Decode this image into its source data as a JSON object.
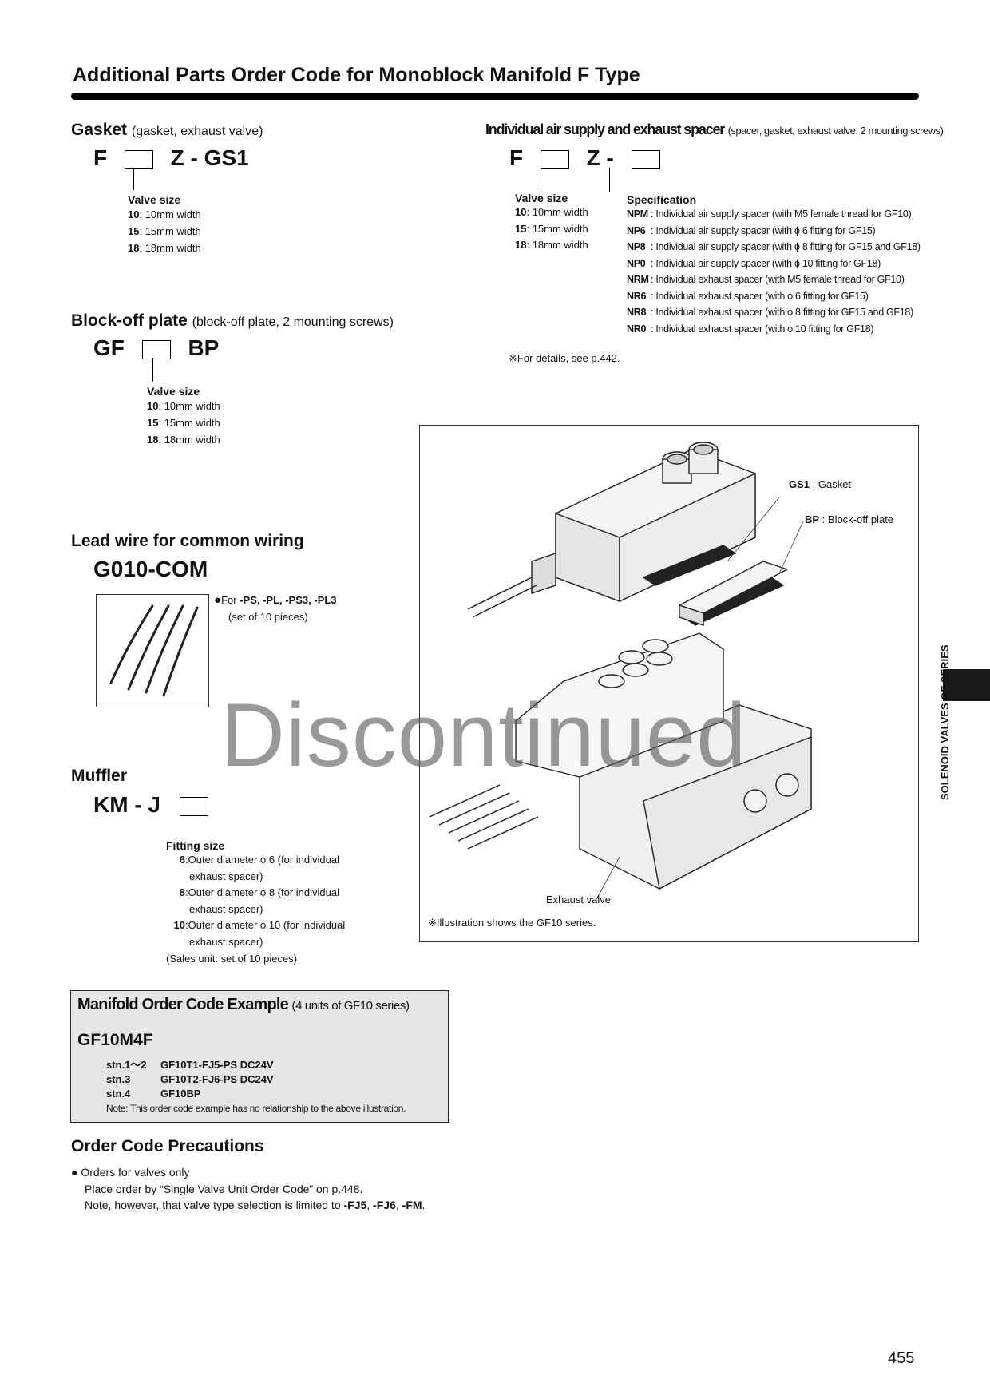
{
  "page_title": "Additional Parts Order Code for Monoblock Manifold F Type",
  "gasket": {
    "heading": "Gasket",
    "subheading": "(gasket, exhaust valve)",
    "code_prefix": "F",
    "code_suffix": "Z - GS1",
    "valve_size_label": "Valve size",
    "sizes": [
      {
        "code": "10",
        "desc": ": 10mm width"
      },
      {
        "code": "15",
        "desc": ": 15mm width"
      },
      {
        "code": "18",
        "desc": ": 18mm width"
      }
    ]
  },
  "spacer": {
    "heading": "Individual air supply and exhaust spacer",
    "subheading": "(spacer, gasket, exhaust valve, 2 mounting screws)",
    "code_prefix": "F",
    "code_middle": "Z -",
    "valve_size_label": "Valve size",
    "sizes": [
      {
        "code": "10",
        "desc": ": 10mm width"
      },
      {
        "code": "15",
        "desc": ": 15mm width"
      },
      {
        "code": "18",
        "desc": ": 18mm width"
      }
    ],
    "spec_label": "Specification",
    "specs": [
      {
        "code": "NPM",
        "desc": ": Individual air supply spacer (with M5 female thread for GF10)"
      },
      {
        "code": "NP6",
        "desc": ": Individual air supply spacer (with ϕ 6 fitting for GF15)"
      },
      {
        "code": "NP8",
        "desc": ": Individual air supply spacer (with ϕ 8 fitting for GF15 and GF18)"
      },
      {
        "code": "NP0",
        "desc": ": Individual air supply spacer (with ϕ 10 fitting for GF18)"
      },
      {
        "code": "NRM",
        "desc": ": Individual exhaust spacer (with M5 female thread for GF10)"
      },
      {
        "code": "NR6",
        "desc": ": Individual exhaust spacer (with ϕ 6 fitting for GF15)"
      },
      {
        "code": "NR8",
        "desc": ": Individual exhaust spacer (with ϕ 8 fitting for GF15 and GF18)"
      },
      {
        "code": "NR0",
        "desc": ": Individual exhaust spacer (with ϕ 10 fitting for GF18)"
      }
    ],
    "note": "※For details, see p.442."
  },
  "blockoff": {
    "heading": "Block-off plate",
    "subheading": "(block-off plate, 2 mounting screws)",
    "code_prefix": "GF",
    "code_suffix": "BP",
    "valve_size_label": "Valve size",
    "sizes": [
      {
        "code": "10",
        "desc": ": 10mm width"
      },
      {
        "code": "15",
        "desc": ": 15mm width"
      },
      {
        "code": "18",
        "desc": ": 18mm width"
      }
    ]
  },
  "leadwire": {
    "heading": "Lead wire for common wiring",
    "code": "G010-COM",
    "for_prefix": "For ",
    "for_codes": "-PS, -PL, -PS3, -PL3",
    "set_note": "(set of 10 pieces)"
  },
  "muffler": {
    "heading": "Muffler",
    "code_prefix": "KM - J",
    "fitting_label": "Fitting size",
    "fittings": [
      {
        "code": "6",
        "line1": ":Outer diameter ϕ 6 (for individual",
        "line2": "exhaust spacer)"
      },
      {
        "code": "8",
        "line1": ":Outer diameter ϕ 8 (for individual",
        "line2": "exhaust spacer)"
      },
      {
        "code": "10",
        "line1": ":Outer diameter ϕ 10 (for individual",
        "line2": "exhaust spacer)"
      }
    ],
    "sales_unit": "(Sales unit: set of 10 pieces)"
  },
  "example": {
    "heading": "Manifold Order Code Example",
    "subheading": "(4 units of GF10 series)",
    "model": "GF10M4F",
    "rows": [
      {
        "station": "stn.1～2",
        "code": "GF10T1-FJ5-PS DC24V"
      },
      {
        "station": "stn.3",
        "code": "GF10T2-FJ6-PS DC24V"
      },
      {
        "station": "stn.4",
        "code": "GF10BP"
      }
    ],
    "note": "Note: This order code example has no relationship to the above illustration."
  },
  "precautions": {
    "heading": "Order Code Precautions",
    "bullet": "Orders for valves only",
    "line2": "Place order by “Single Valve Unit Order Code” on p.448.",
    "line3_prefix": "Note, however, that valve type selection is limited to ",
    "codes": [
      "-FJ5",
      "-FJ6",
      "-FM"
    ],
    "sep": ", ",
    "end": "."
  },
  "illustration": {
    "gs1_code": "GS1",
    "gs1_label": " : Gasket",
    "bp_code": "BP",
    "bp_label": " : Block-off plate",
    "exhaust_valve": "Exhaust valve",
    "caption": "※Illustration shows the GF10 series."
  },
  "side_tab": "SOLENOID VALVES GF SERIES",
  "watermark": "Discontinued",
  "page_number": "455"
}
